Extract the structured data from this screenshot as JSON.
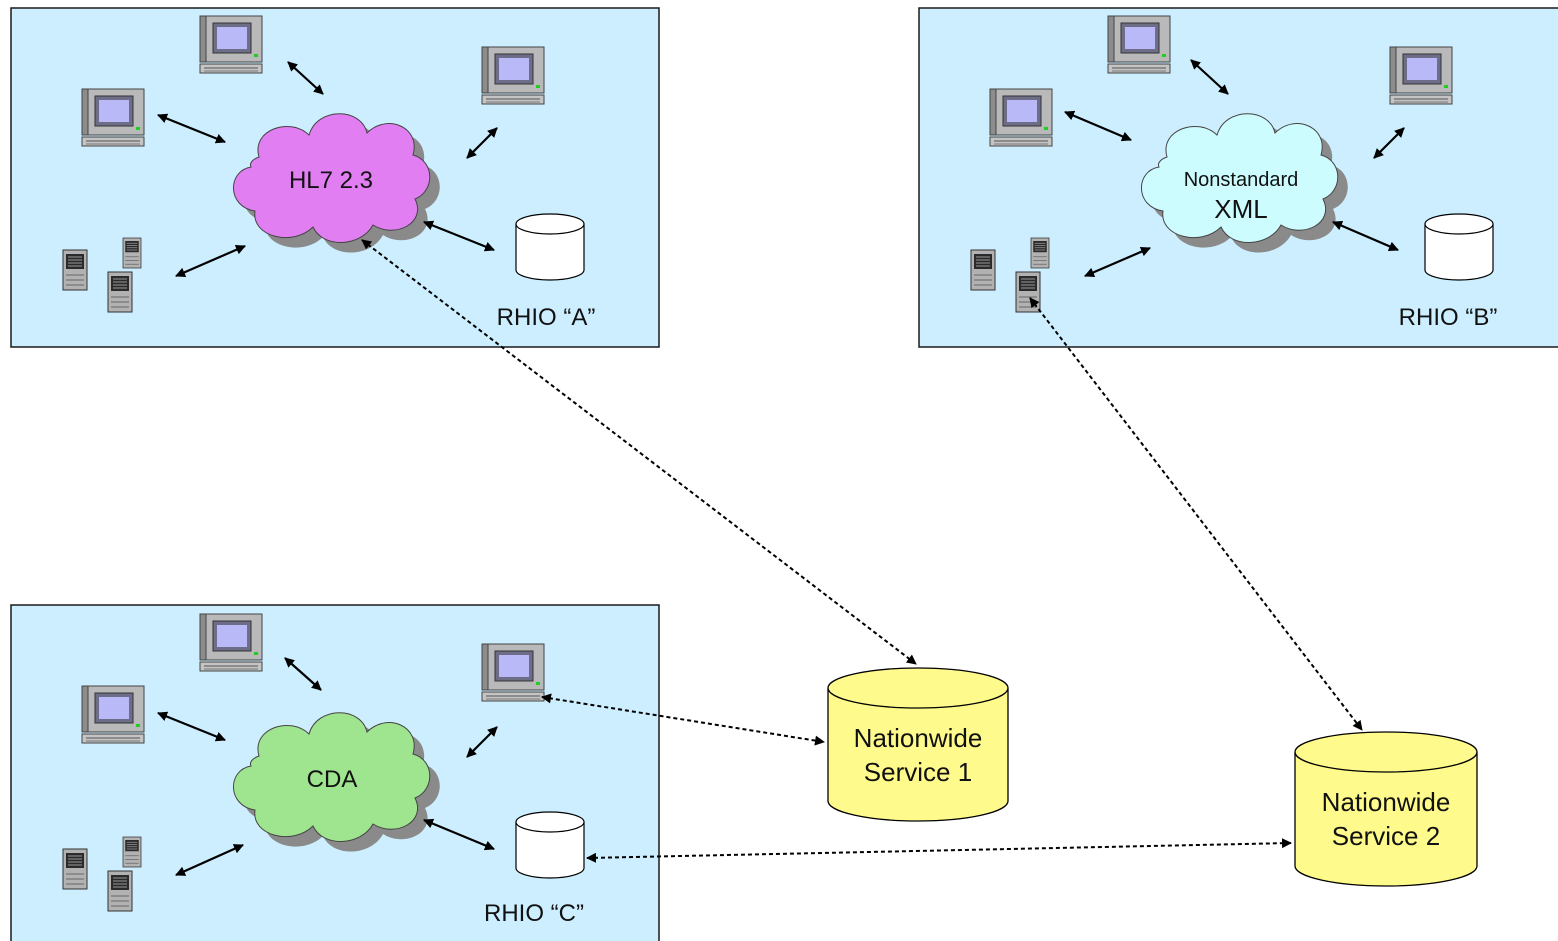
{
  "rhio_a": {
    "label": "RHIO “A”",
    "cloud_text": "HL7 2.3",
    "cloud_color": "#e07ef2"
  },
  "rhio_b": {
    "label": "RHIO “B”",
    "cloud_text_line1": "Nonstandard",
    "cloud_text_line2": "XML",
    "cloud_color": "#cdfcff"
  },
  "rhio_c": {
    "label": "RHIO “C”",
    "cloud_text": "CDA",
    "cloud_color": "#9fe58f"
  },
  "nationwide_1": {
    "line1": "Nationwide",
    "line2": "Service 1"
  },
  "nationwide_2": {
    "line1": "Nationwide",
    "line2": "Service 2"
  },
  "colors": {
    "panel_fill": "#cdeefe",
    "panel_stroke": "#1a1a1a",
    "db_yellow": "#fffa8c",
    "cloud_shadow": "#8a8a8a"
  },
  "icons": [
    "desktop-computer-icon",
    "server-cluster-icon",
    "database-icon",
    "cloud-network-icon"
  ]
}
